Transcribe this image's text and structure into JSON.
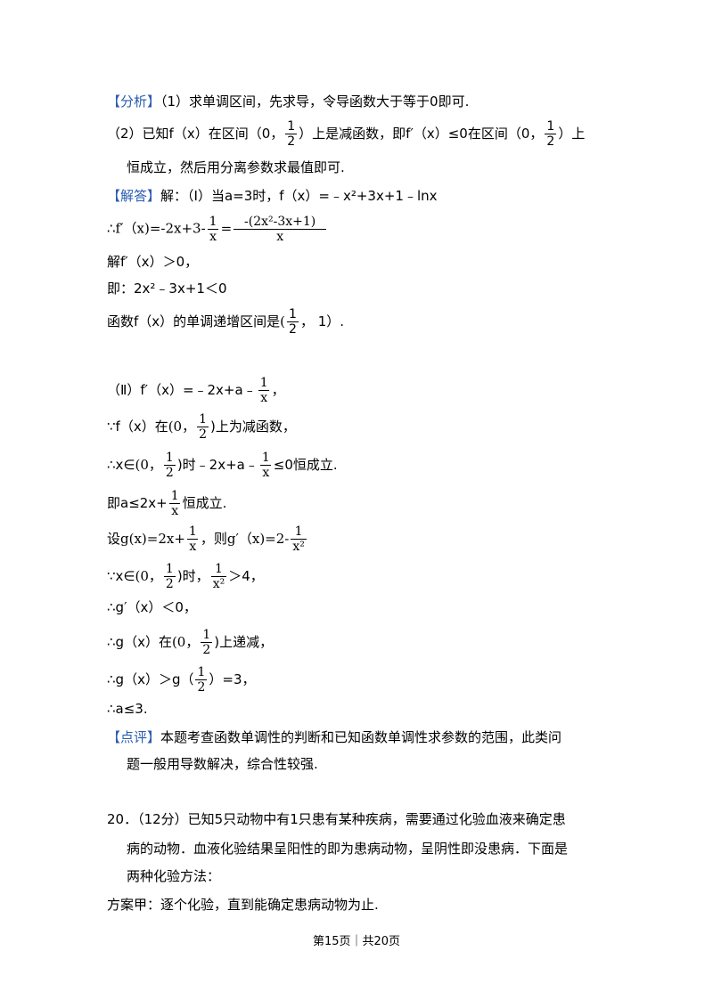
{
  "analysis": {
    "tag": "【分析】",
    "line1": "（1）求单调区间，先求导，令导函数大于等于0即可.",
    "line2_a": "（2）已知f（x）在区间（0，",
    "line2_b": "）上是减函数，即f′（x）≤0在区间（0，",
    "line2_c": "）上",
    "line3": "恒成立，然后用分离参数求最值即可.",
    "half_num": "1",
    "half_den": "2"
  },
  "solution": {
    "tag": "【解答】",
    "line1": "解：（Ⅰ）当a=3时，f（x）=﹣x²+3x+1﹣lnx",
    "line2_a": "∴f′（x)=-2x+3-",
    "line2_frac_num": "1",
    "line2_frac_den": "x",
    "line2_b": "=",
    "line2_big_num": "-(2x²-3x+1)",
    "line2_big_den": "x",
    "line3": "解f′（x）＞0，",
    "line4": "即：2x²﹣3x+1＜0",
    "line5_a": "函数f（x）的单调递增区间是",
    "line5_b": "(",
    "line5_c": "，  1）.",
    "p2_line1_a": "（Ⅱ）f′（x）=﹣2x+a﹣",
    "p2_line1_b": "，",
    "p2_line2_a": "∵f（x）在",
    "p2_line2_b": "(0，",
    "p2_line2_c": ")上为减函数，",
    "p2_line3_a": "∴x∈",
    "p2_line3_b": "(0，",
    "p2_line3_c": ")时﹣2x+a﹣",
    "p2_line3_d": "≤0恒成立.",
    "p2_line4_a": "即a≤2x+",
    "p2_line4_b": "恒成立.",
    "p2_line5_a": "设",
    "p2_line5_b": "g(x)=2x+",
    "p2_line5_c": "，则",
    "p2_line5_d": "g′（x)=2-",
    "p2_line6_a": "∵x∈",
    "p2_line6_b": "(0，",
    "p2_line6_c": ")时，",
    "p2_line6_d": "＞4，",
    "p2_line7": "∴g′（x）＜0，",
    "p2_line8_a": "∴g（x）在",
    "p2_line8_b": "(0，",
    "p2_line8_c": ")上递减，",
    "p2_line9_a": "∴g（x）＞g（",
    "p2_line9_b": "）=3，",
    "p2_line10": "∴a≤3.",
    "frac_1": "1",
    "frac_x": "x",
    "frac_x2": "x²"
  },
  "comment": {
    "tag": "【点评】",
    "line1": "本题考查函数单调性的判断和已知函数单调性求参数的范围，此类问",
    "line2": "题一般用导数解决，综合性较强."
  },
  "problem20": {
    "line1": "20．（12分）已知5只动物中有1只患有某种疾病，需要通过化验血液来确定患",
    "line2": "病的动物．血液化验结果呈阳性的即为患病动物，呈阴性即没患病．下面是",
    "line3": "两种化验方法：",
    "line4": "方案甲：逐个化验，直到能确定患病动物为止."
  },
  "footer": {
    "text": "第15页｜共20页"
  }
}
